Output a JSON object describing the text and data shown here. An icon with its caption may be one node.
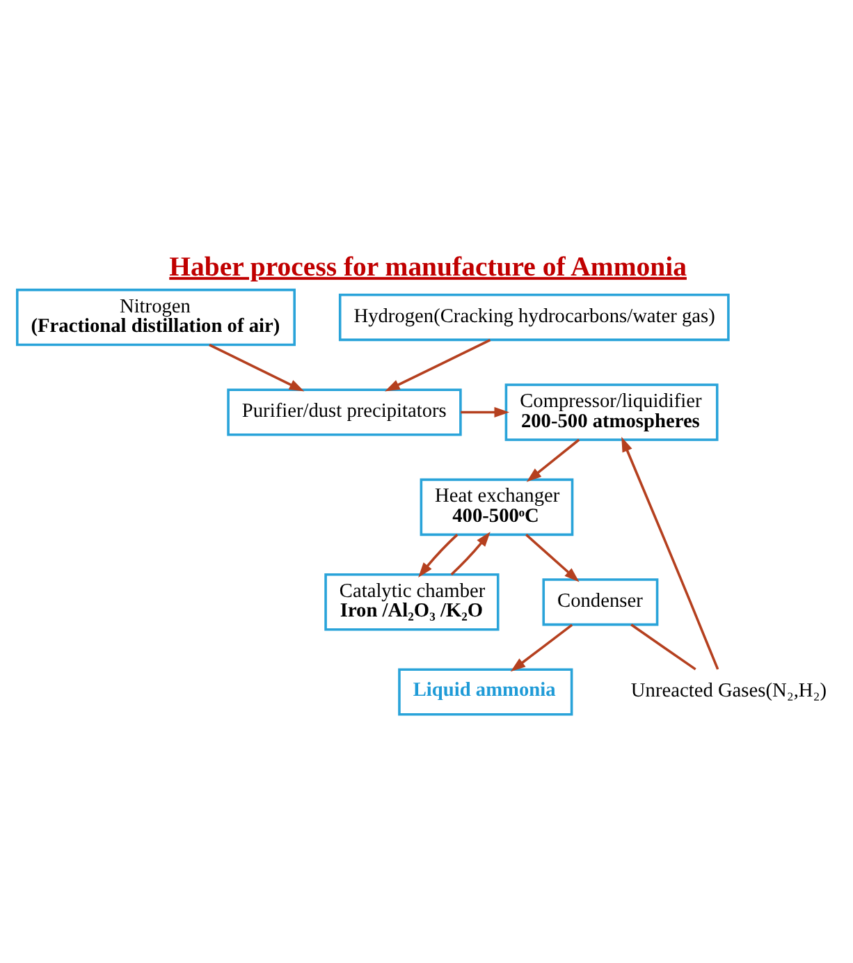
{
  "diagram": {
    "title": "Haber process for manufacture of Ammonia",
    "nodes": [
      {
        "text": [
          "Nitrogen",
          "(Fractional distillation of air)"
        ]
      },
      {
        "text": [
          "Hydrogen(Cracking hydrocarbons/water gas)"
        ]
      },
      {
        "text": [
          "Purifier/dust precipitators"
        ]
      },
      {
        "text": [
          "Compressor/liquidifier",
          "200-500 atmospheres"
        ]
      },
      {
        "text": [
          "Heat exchanger",
          "400-500ᵒC"
        ]
      },
      {
        "text": [
          "Catalytic chamber",
          "Iron /Al₂O₃ /K₂O"
        ]
      },
      {
        "text": [
          "Condenser"
        ]
      },
      {
        "text": [
          "Liquid ammonia"
        ]
      },
      {
        "text": [
          "Unreacted Gases(N₂,H₂)"
        ]
      }
    ],
    "edges": [
      {
        "from": 0,
        "to": 2,
        "arrow": "to"
      },
      {
        "from": 1,
        "to": 2,
        "arrow": "to"
      },
      {
        "from": 2,
        "to": 3,
        "arrow": "to"
      },
      {
        "from": 3,
        "to": 4,
        "arrow": "to"
      },
      {
        "from": 4,
        "to": 5,
        "arrow": "to"
      },
      {
        "from": 5,
        "to": 4,
        "arrow": "to"
      },
      {
        "from": 4,
        "to": 6,
        "arrow": "to"
      },
      {
        "from": 6,
        "to": 7,
        "arrow": "to"
      },
      {
        "from": 6,
        "to": 8,
        "arrow": "none"
      },
      {
        "from": 8,
        "to": 3,
        "arrow": "to"
      }
    ]
  }
}
